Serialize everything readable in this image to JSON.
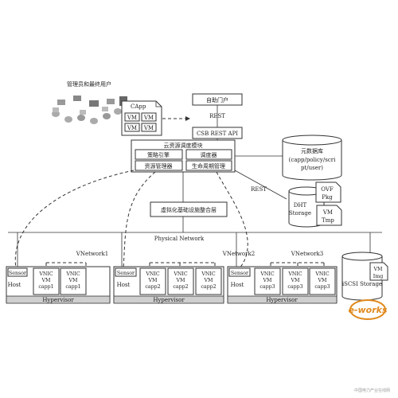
{
  "users_label": "管理员和最终用户",
  "capp": {
    "title": "CApp",
    "vm": [
      "VM",
      "VM",
      "VM",
      "VM"
    ]
  },
  "portal": "自助门户",
  "rest_top": "REST",
  "csb_api": "CSB REST API",
  "scheduler": {
    "title": "云资源调度模块",
    "cells": [
      "策略引擎",
      "调度器",
      "资源管理器",
      "生命周期管理"
    ]
  },
  "metadb": {
    "title": "元数据库",
    "line2": "(capp/policy/scri",
    "line3": "pt/user)"
  },
  "rest_mid": "REST",
  "dht": {
    "label": "DHT",
    "label2": "Storage",
    "ovf": "OVF",
    "pkg": "Pkg",
    "vm": "VM",
    "tmp": "Tmp"
  },
  "virt_layer": "虚拟化基础设施整合层",
  "physical_network": "Physical Network",
  "vnetworks": [
    "VNetwork1",
    "VNetwork2",
    "VNetwork3"
  ],
  "hosts": [
    {
      "sensor": "Sensor",
      "host": "Host",
      "vms": [
        {
          "vnic": "VNIC",
          "vm": "VM",
          "capp": "capp1"
        },
        {
          "vnic": "VNIC",
          "vm": "VM",
          "capp": "capp1"
        }
      ],
      "hypervisor": "Hypervisor"
    },
    {
      "sensor": "Sensor",
      "host": "Host",
      "vms": [
        {
          "vnic": "VNIC",
          "vm": "VM",
          "capp": "capp2"
        },
        {
          "vnic": "VNIC",
          "vm": "VM",
          "capp": "capp2"
        },
        {
          "vnic": "VNIC",
          "vm": "VM",
          "capp": "capp2"
        }
      ],
      "hypervisor": "Hypervisor"
    },
    {
      "sensor": "Sensor",
      "host": "Host",
      "vms": [
        {
          "vnic": "VNIC",
          "vm": "VM",
          "capp": "capp3"
        },
        {
          "vnic": "VNIC",
          "vm": "VM",
          "capp": "capp3"
        },
        {
          "vnic": "VNIC",
          "vm": "VM",
          "capp": "capp3"
        }
      ],
      "hypervisor": "Hypervisor"
    }
  ],
  "iscsi": {
    "label": "iSCSI Storage",
    "vm": "VM",
    "img": "Img"
  },
  "logo": "e-works",
  "footer": "中国电力产业在线网"
}
